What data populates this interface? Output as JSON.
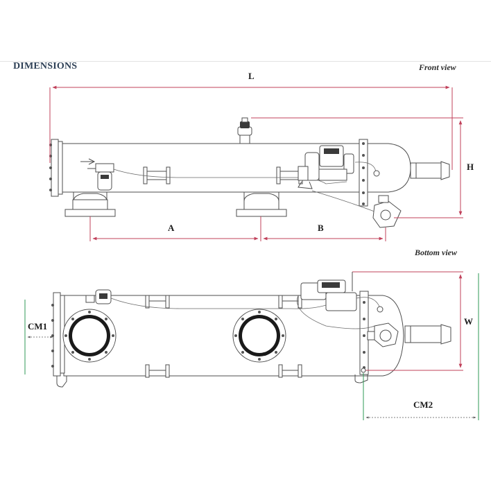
{
  "page": {
    "heading": "DIMENSIONS",
    "front_view_label": "Front view",
    "bottom_view_label": "Bottom view"
  },
  "dimensions": {
    "L": "L",
    "H": "H",
    "A": "A",
    "B": "B",
    "W": "W",
    "CM1": "CM1",
    "CM2": "CM2"
  },
  "colors": {
    "dimension_red": "#c0405a",
    "dimension_green": "#2e9a55",
    "heading_blue": "#2d3f55",
    "outline": "#4d4d4d"
  }
}
